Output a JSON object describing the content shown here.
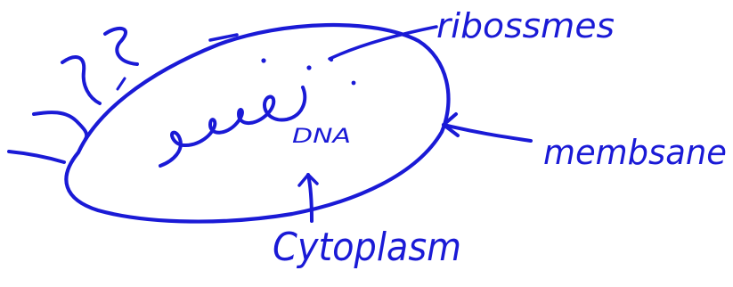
{
  "diagram": {
    "ink_color": "#1a1ad6",
    "background_color": "#ffffff",
    "labels": {
      "ribosomes": "ribossmes",
      "membrane": "membsane",
      "dna": "DNA",
      "cytoplasm": "Cytoplasm"
    }
  }
}
